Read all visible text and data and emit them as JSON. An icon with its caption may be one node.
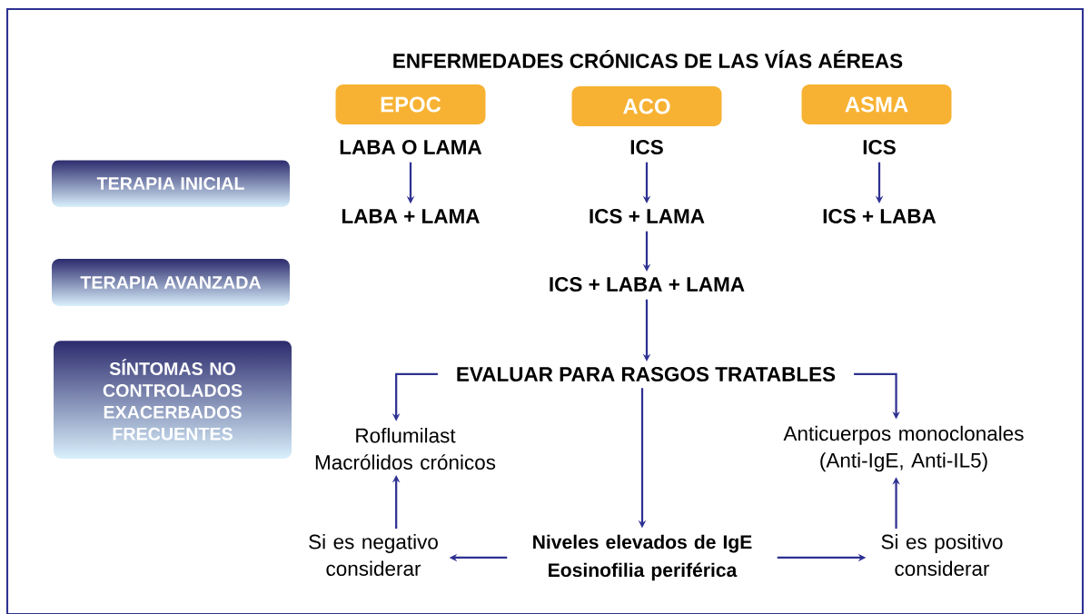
{
  "diagram": {
    "title": "ENFERMEDADES CRÓNICAS DE LAS VÍAS AÉREAS",
    "nodes": [
      {
        "text": [
          "EPOC"
        ]
      },
      {
        "text": [
          "ACO"
        ]
      },
      {
        "text": [
          "ASMA"
        ]
      },
      {
        "text": [
          "TERAPIA INICIAL"
        ]
      },
      {
        "text": [
          "TERAPIA AVANZADA"
        ]
      },
      {
        "text": [
          "SÍNTOMAS NO CONTROLADOS EXACERBADOS FRECUENTES"
        ]
      },
      {
        "text": [
          "LABA O LAMA"
        ]
      },
      {
        "text": [
          "LABA + LAMA"
        ]
      },
      {
        "text": [
          "ICS"
        ]
      },
      {
        "text": [
          "ICS + LAMA"
        ]
      },
      {
        "text": [
          "ICS + LABA + LAMA"
        ]
      },
      {
        "text": [
          "ICS"
        ]
      },
      {
        "text": [
          "ICS + LABA"
        ]
      },
      {
        "text": [
          "EVALUAR PARA RASGOS TRATABLES"
        ]
      },
      {
        "text": [
          "Roflumilast Macrólidos crónicos"
        ]
      },
      {
        "text": [
          "Anticuerpos monoclonales (Anti-IgE, Anti-IL5)"
        ]
      },
      {
        "text": [
          "Niveles elevados de IgE Eosinofilia periférica"
        ]
      },
      {
        "text": [
          "Si es negativo considerar"
        ]
      },
      {
        "text": [
          "Si es positivo considerar"
        ]
      }
    ],
    "edges": [
      {
        "from": 6,
        "to": 7,
        "arrow": "to"
      },
      {
        "from": 8,
        "to": 9,
        "arrow": "to"
      },
      {
        "from": 9,
        "to": 10,
        "arrow": "to"
      },
      {
        "from": 10,
        "to": 13,
        "arrow": "to"
      },
      {
        "from": 11,
        "to": 12,
        "arrow": "to"
      },
      {
        "from": 13,
        "to": 14,
        "arrow": "to"
      },
      {
        "from": 13,
        "to": 15,
        "arrow": "to"
      },
      {
        "from": 13,
        "to": 16,
        "arrow": "to"
      },
      {
        "from": 16,
        "to": 17,
        "arrow": "to"
      },
      {
        "from": 16,
        "to": 18,
        "arrow": "to"
      },
      {
        "from": 17,
        "to": 14,
        "arrow": "to"
      },
      {
        "from": 18,
        "to": 15,
        "arrow": "to"
      }
    ]
  }
}
